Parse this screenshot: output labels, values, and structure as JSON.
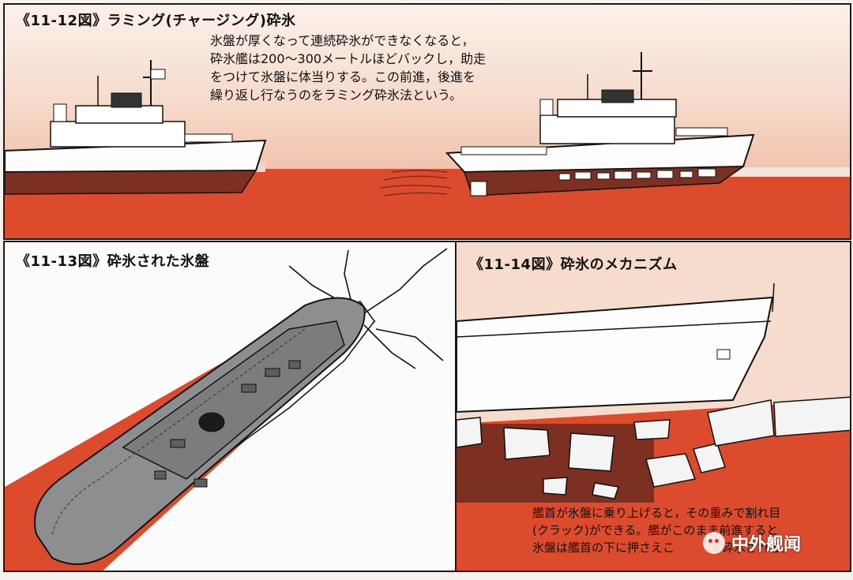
{
  "panel_top": {
    "title": "《11-12図》ラミング(チャージング)砕氷",
    "text_lines": [
      "氷盤が厚くなって連続砕氷ができなくなると，",
      "砕氷艦は200〜300メートルほどバックし，助走",
      "をつけて氷盤に体当りする。この前進，後進を",
      "繰り返し行なうのをラミング砕氷法という。"
    ]
  },
  "panel_left": {
    "title": "《11-13図》砕氷された氷盤"
  },
  "panel_right": {
    "title": "《11-14図》砕氷のメカニズム",
    "text_lines": [
      "艦首が氷盤に乗り上げると，その重みで割れ目",
      "(クラック)ができる。艦がこのまま前進すると",
      "氷盤は艦首の下に押さえこ　　　て砕水される。"
    ]
  },
  "watermark": {
    "label": "中外舰闻",
    "icon": "wechat-icon"
  },
  "colors": {
    "ice_red": "#d9452a",
    "sky_pink": "#f2c6b4",
    "ship_white": "#fbfbfb",
    "ship_grey": "#8a8c8d",
    "hull_dark": "#6b2a1f"
  }
}
